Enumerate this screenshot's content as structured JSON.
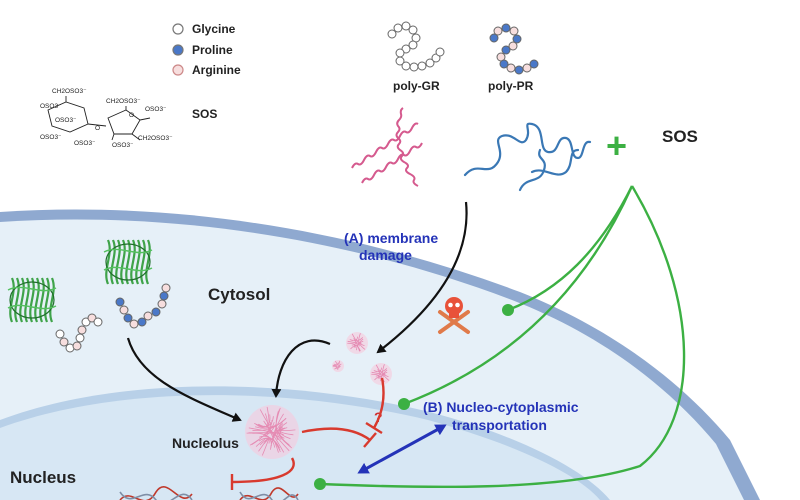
{
  "legend": {
    "items": [
      {
        "label": "Glycine",
        "color": "#ffffff"
      },
      {
        "label": "Proline",
        "color": "#4a78c8"
      },
      {
        "label": "Arginine",
        "color": "#f7dede"
      }
    ],
    "sos_label": "SOS"
  },
  "chemistry": {
    "left_ring": {
      "top": "CH2OSO3⁻",
      "l1": "OSO3⁻",
      "l2": "OSO3⁻",
      "l3": "OSO3⁻",
      "bottom": "OSO3⁻",
      "link": "O"
    },
    "right_ring": {
      "top1": "CH2OSO3⁻",
      "top2": "OSO3⁻",
      "bottom1": "OSO3⁻",
      "bottom2": "CH2OSO3⁻",
      "ring_o": "O"
    }
  },
  "polymers": {
    "gr_label": "poly-GR",
    "pr_label": "poly-PR"
  },
  "sos_plus": {
    "symbol": "+",
    "label": "SOS"
  },
  "regions": {
    "cytosol": "Cytosol",
    "nucleus": "Nucleus",
    "nucleolus": "Nucleolus"
  },
  "mechanisms": {
    "a_line1": "(A) membrane",
    "a_line2": "damage",
    "b_line1": "(B) Nucleo-cytoplasmic",
    "b_line2": "transportation",
    "question": "?"
  },
  "colors": {
    "membrane": "#8fa9d0",
    "cytosol": "#e6f0f8",
    "nucleus": "#d7e7f4",
    "green_arrow": "#3cb043",
    "red_inhibit": "#d83a2e",
    "blue_arrow": "#2433b8",
    "gr_chain": "#d55a8e",
    "pr_chain": "#3a78b5"
  }
}
